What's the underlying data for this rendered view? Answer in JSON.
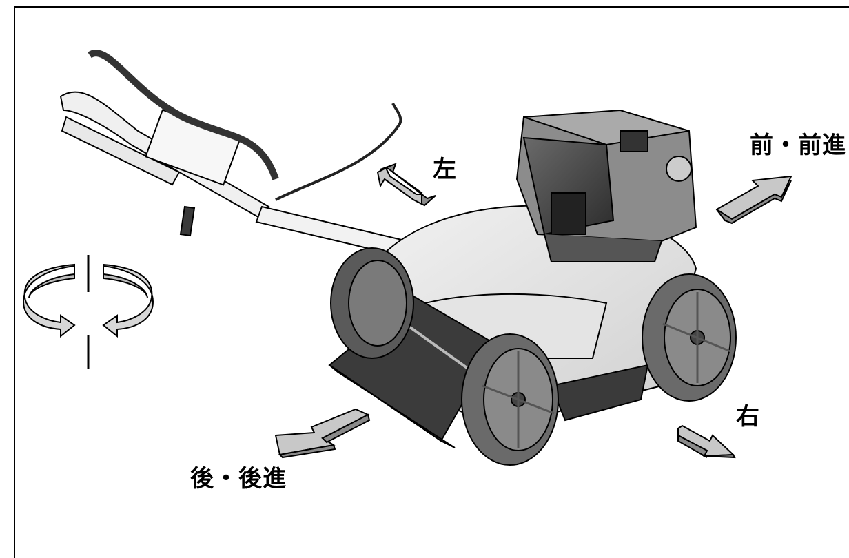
{
  "labels": {
    "left": "左",
    "forward": "前・前進",
    "right": "右",
    "backward": "後・後進"
  },
  "colors": {
    "arrow_fill": "#c8c8c8",
    "arrow_side": "#8a8a8a",
    "arrow_stroke": "#000000",
    "machine_dark": "#3a3a3a",
    "machine_mid": "#7a7a7a",
    "machine_light": "#e6e6e6"
  },
  "icons": {
    "rotation": "rotate-both-ways-icon",
    "machine": "walk-behind-mower-illustration"
  }
}
